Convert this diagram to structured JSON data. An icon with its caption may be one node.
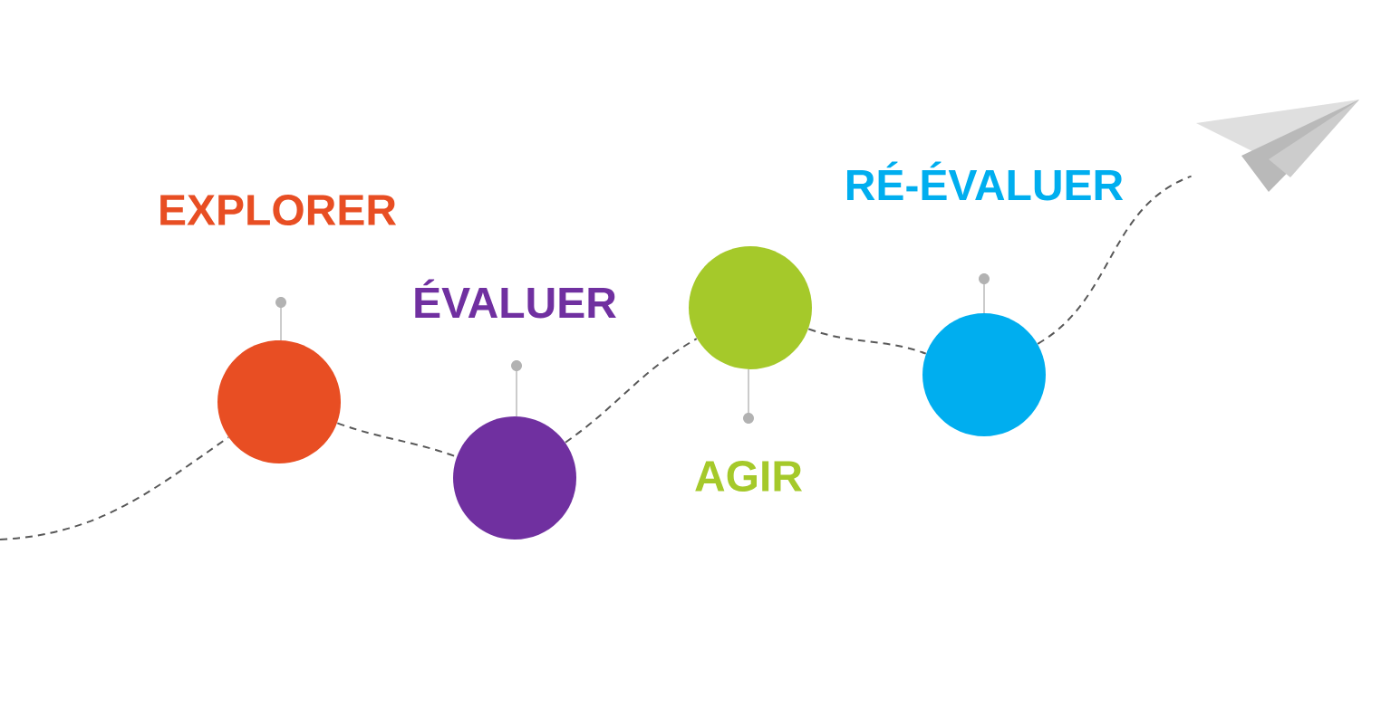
{
  "diagram": {
    "nodes": [
      {
        "text": [],
        "shape": "circle"
      },
      {
        "text": [],
        "shape": "circle"
      },
      {
        "text": [],
        "shape": "circle"
      },
      {
        "text": [],
        "shape": "circle"
      },
      {
        "text": [],
        "shape": "picture"
      }
    ],
    "edges": [
      {
        "from": null,
        "to": 0,
        "arrow": "none",
        "style": "dashed"
      },
      {
        "from": 0,
        "to": 1,
        "arrow": "none",
        "style": "dashed"
      },
      {
        "from": 1,
        "to": 2,
        "arrow": "none",
        "style": "dashed"
      },
      {
        "from": 2,
        "to": 3,
        "arrow": "none",
        "style": "dashed"
      },
      {
        "from": 3,
        "to": 4,
        "arrow": "none",
        "style": "dashed"
      }
    ],
    "labels": [
      "RÉ-ÉVALUER",
      "EXPLORER",
      "ÉVALUER",
      "AGIR"
    ]
  }
}
